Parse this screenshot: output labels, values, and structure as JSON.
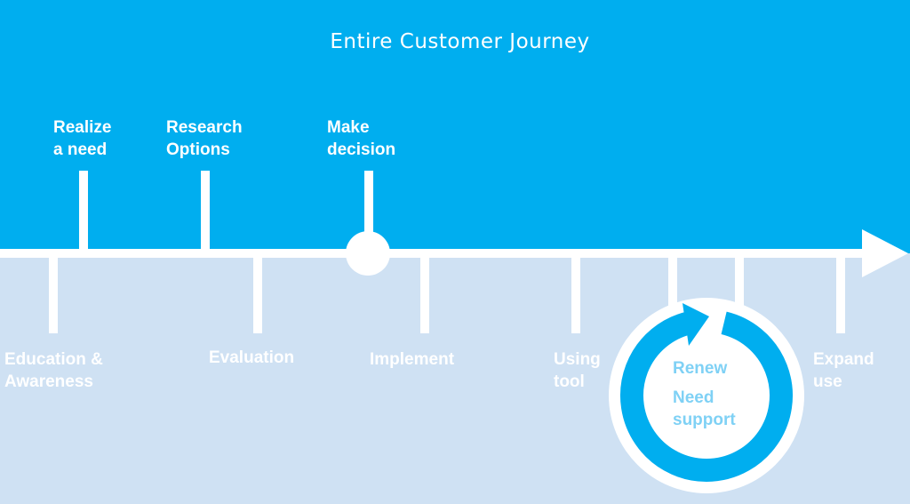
{
  "colors": {
    "top_band": "#00aeef",
    "bottom_band": "#cfe1f3",
    "line": "#ffffff",
    "cycle_arrow": "#00aeef",
    "cycle_text": "#7fd1f5"
  },
  "title": "Entire Customer Journey",
  "top_stages": [
    {
      "label": "Realize\na need"
    },
    {
      "label": "Research\nOptions"
    },
    {
      "label": "Make\ndecision"
    }
  ],
  "bottom_stages": [
    {
      "label": "Education &\nAwareness"
    },
    {
      "label": "Evaluation"
    },
    {
      "label": "Implement"
    },
    {
      "label": "Using\ntool"
    },
    {
      "label": "Expand\nuse"
    }
  ],
  "cycle": {
    "icon": "cycle-arrows-icon",
    "labels": [
      "Renew",
      "Need\nsupport"
    ]
  }
}
